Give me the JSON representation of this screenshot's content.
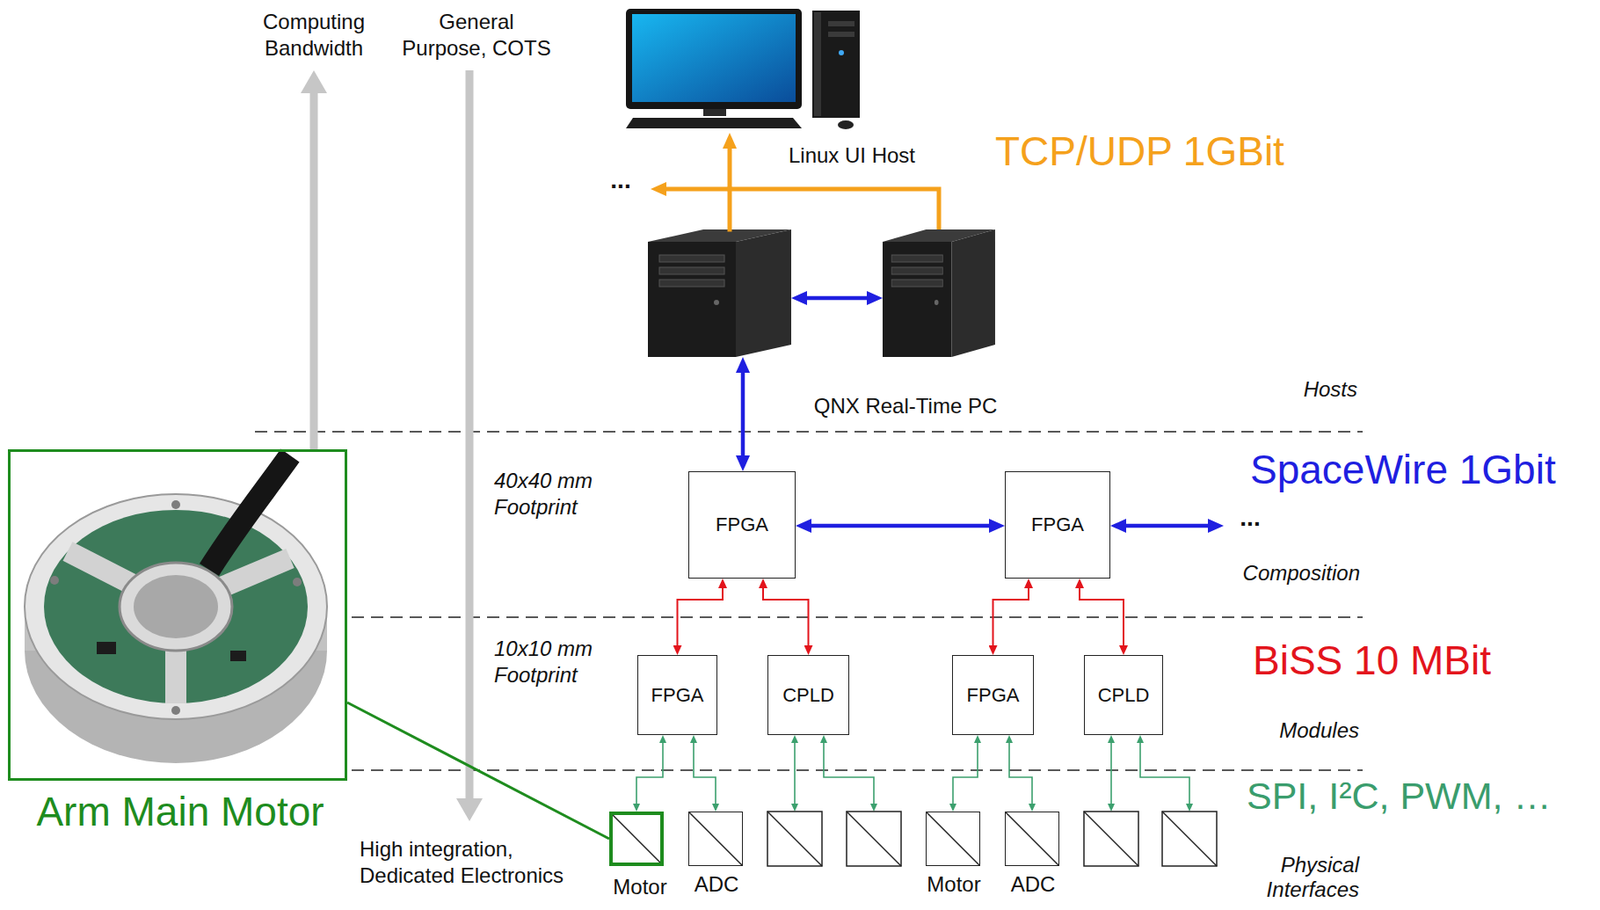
{
  "diagram": {
    "nodes": [
      {
        "text": [
          "Linux UI Host"
        ]
      },
      {
        "text": [
          "QNX Real-Time PC"
        ]
      },
      {
        "text": [
          "FPGA"
        ]
      },
      {
        "text": [
          "FPGA"
        ]
      },
      {
        "text": [
          "Arm Main Motor"
        ]
      },
      {
        "text": [
          "FPGA"
        ]
      },
      {
        "text": [
          "CPLD"
        ]
      },
      {
        "text": [
          "FPGA"
        ]
      },
      {
        "text": [
          "CPLD"
        ]
      },
      {
        "text": [
          "Motor"
        ]
      },
      {
        "text": [
          "ADC"
        ]
      },
      {
        "text": [
          "Motor"
        ]
      },
      {
        "text": [
          "ADC"
        ]
      }
    ],
    "edges": [
      {
        "from": 1,
        "to": 0,
        "arrow": "to"
      },
      {
        "from": 1,
        "to": 2,
        "arrow": "both"
      },
      {
        "from": 2,
        "to": 3,
        "arrow": "both"
      },
      {
        "from": 2,
        "to": 5,
        "arrow": "both"
      },
      {
        "from": 2,
        "to": 6,
        "arrow": "both"
      },
      {
        "from": 3,
        "to": 7,
        "arrow": "both"
      },
      {
        "from": 3,
        "to": 8,
        "arrow": "both"
      },
      {
        "from": 5,
        "to": 9,
        "arrow": "both"
      },
      {
        "from": 5,
        "to": 10,
        "arrow": "both"
      },
      {
        "from": 7,
        "to": 11,
        "arrow": "both"
      },
      {
        "from": 7,
        "to": 12,
        "arrow": "both"
      },
      {
        "from": 4,
        "to": 9,
        "arrow": "none"
      }
    ],
    "labels": [
      "Computing Bandwidth",
      "General Purpose, COTS",
      "TCP/UDP 1GBit",
      "...",
      "Hosts",
      "SpaceWire 1Gbit",
      "40x40 mm Footprint",
      "...",
      "Composition",
      "10x10 mm Footprint",
      "BiSS 10 MBit",
      "Modules",
      "SPI, I²C, PWM, …",
      "High integration, Dedicated Electronics",
      "Physical Interfaces"
    ]
  }
}
